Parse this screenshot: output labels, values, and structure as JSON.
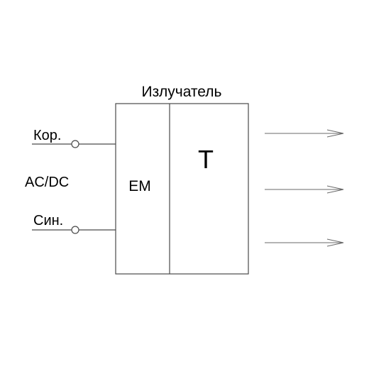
{
  "emitter": {
    "title": "Излучатель",
    "left_block_label": "ЕМ",
    "right_block_label": "Т"
  },
  "inputs": {
    "top_terminal_label": "Кор.",
    "supply_label": "AC/DC",
    "bottom_terminal_label": "Син."
  },
  "outputs": {
    "arrow_count": 3
  }
}
